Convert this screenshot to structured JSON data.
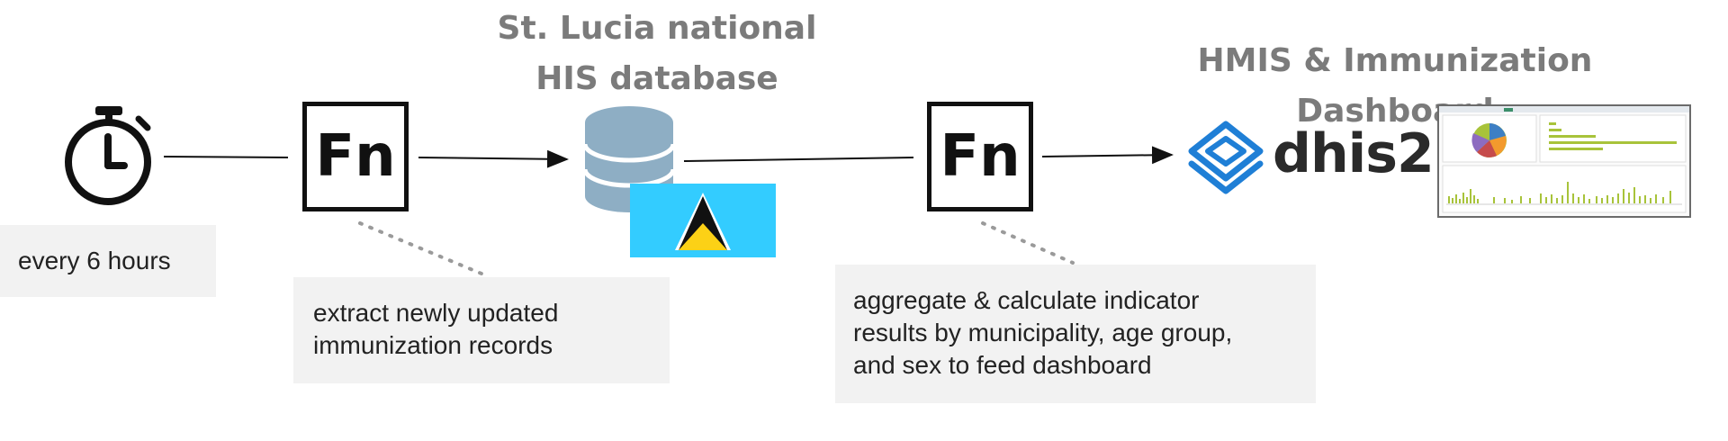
{
  "titles": {
    "database": [
      "St. Lucia national",
      "HIS database"
    ],
    "dashboard": "HMIS & Immunization Dashboard"
  },
  "functions": {
    "fn1_label": "Fn",
    "fn2_label": "Fn"
  },
  "notes": {
    "schedule": "every 6 hours",
    "extract": [
      "extract newly updated",
      "immunization records"
    ],
    "aggregate": [
      "aggregate & calculate indicator",
      "results by municipality, age group,",
      "and sex to feed dashboard"
    ]
  },
  "brand": {
    "dhis2": "dhis2"
  },
  "colors": {
    "title_gray": "#7b7b7b",
    "note_bg": "#f2f2f2",
    "database_blue": "#8eaec4",
    "flag_cyan": "#33ccff",
    "flag_yellow": "#fcd116",
    "dhis_blue": "#1f7fd6",
    "chart_green": "#a8c33a"
  },
  "icons": [
    "stopwatch-icon",
    "database-icon",
    "saint-lucia-flag-icon",
    "dhis2-logo-icon",
    "dashboard-thumbnail"
  ]
}
